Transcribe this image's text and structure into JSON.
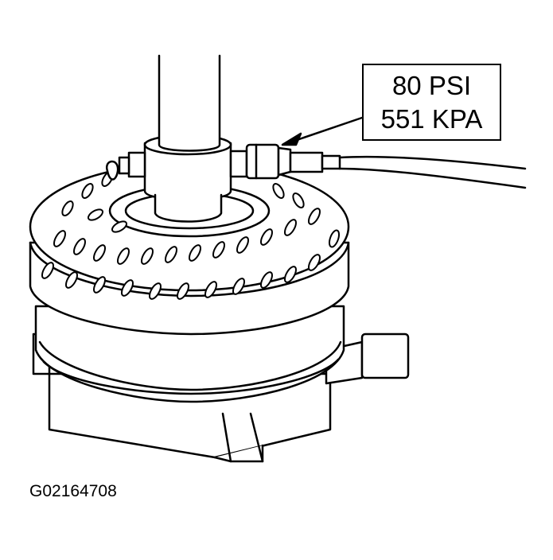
{
  "callout": {
    "pressure_psi": "80 PSI",
    "pressure_kpa": "551 KPA"
  },
  "figure_id": "G02164708",
  "colors": {
    "ink": "#000000",
    "paper": "#ffffff"
  }
}
